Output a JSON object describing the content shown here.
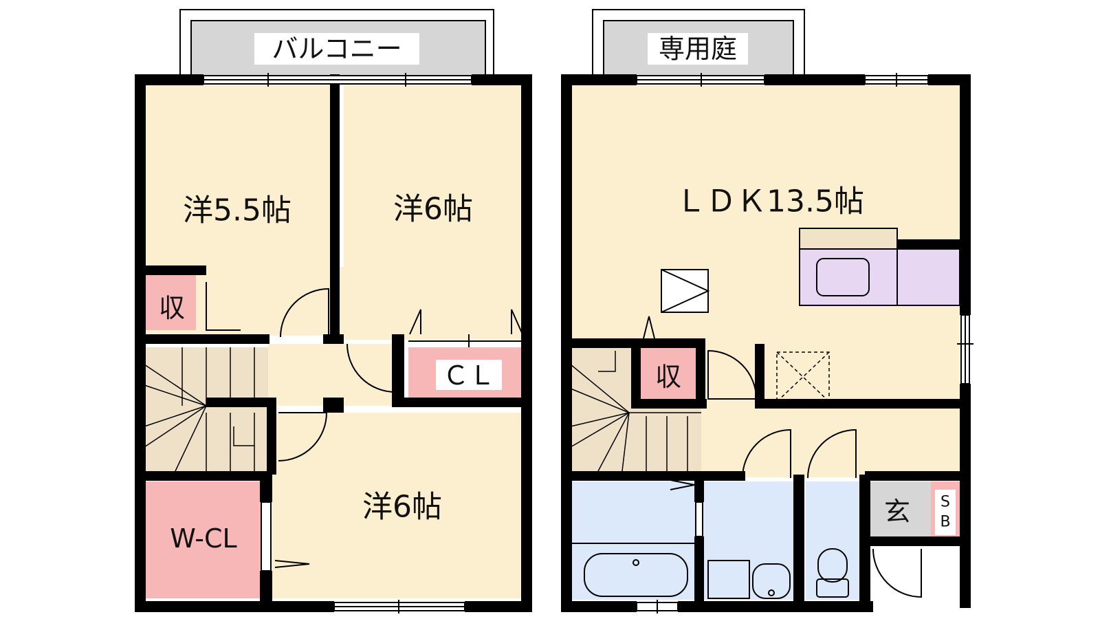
{
  "left_floor": {
    "balcony": "バルコニー",
    "room_a": "洋5.5帖",
    "room_b": "洋6帖",
    "room_c": "洋6帖",
    "storage": "収",
    "closet": "ＣＬ",
    "walk_in_closet": "W-CL"
  },
  "right_floor": {
    "garden": "専用庭",
    "ldk": "ＬＤＫ13.5帖",
    "storage": "収",
    "entrance": "玄",
    "shoe_box_1": "S",
    "shoe_box_2": "B"
  },
  "colors": {
    "room_fill": "#fcefcf",
    "storage_fill": "#f8b7b7",
    "wet_area_fill": "#dbe9fb",
    "kitchen_fill": "#e8d7f2",
    "stair_fill": "#efe0c8",
    "outdoor_fill": "#d6d6d6",
    "wall": "#000000"
  }
}
